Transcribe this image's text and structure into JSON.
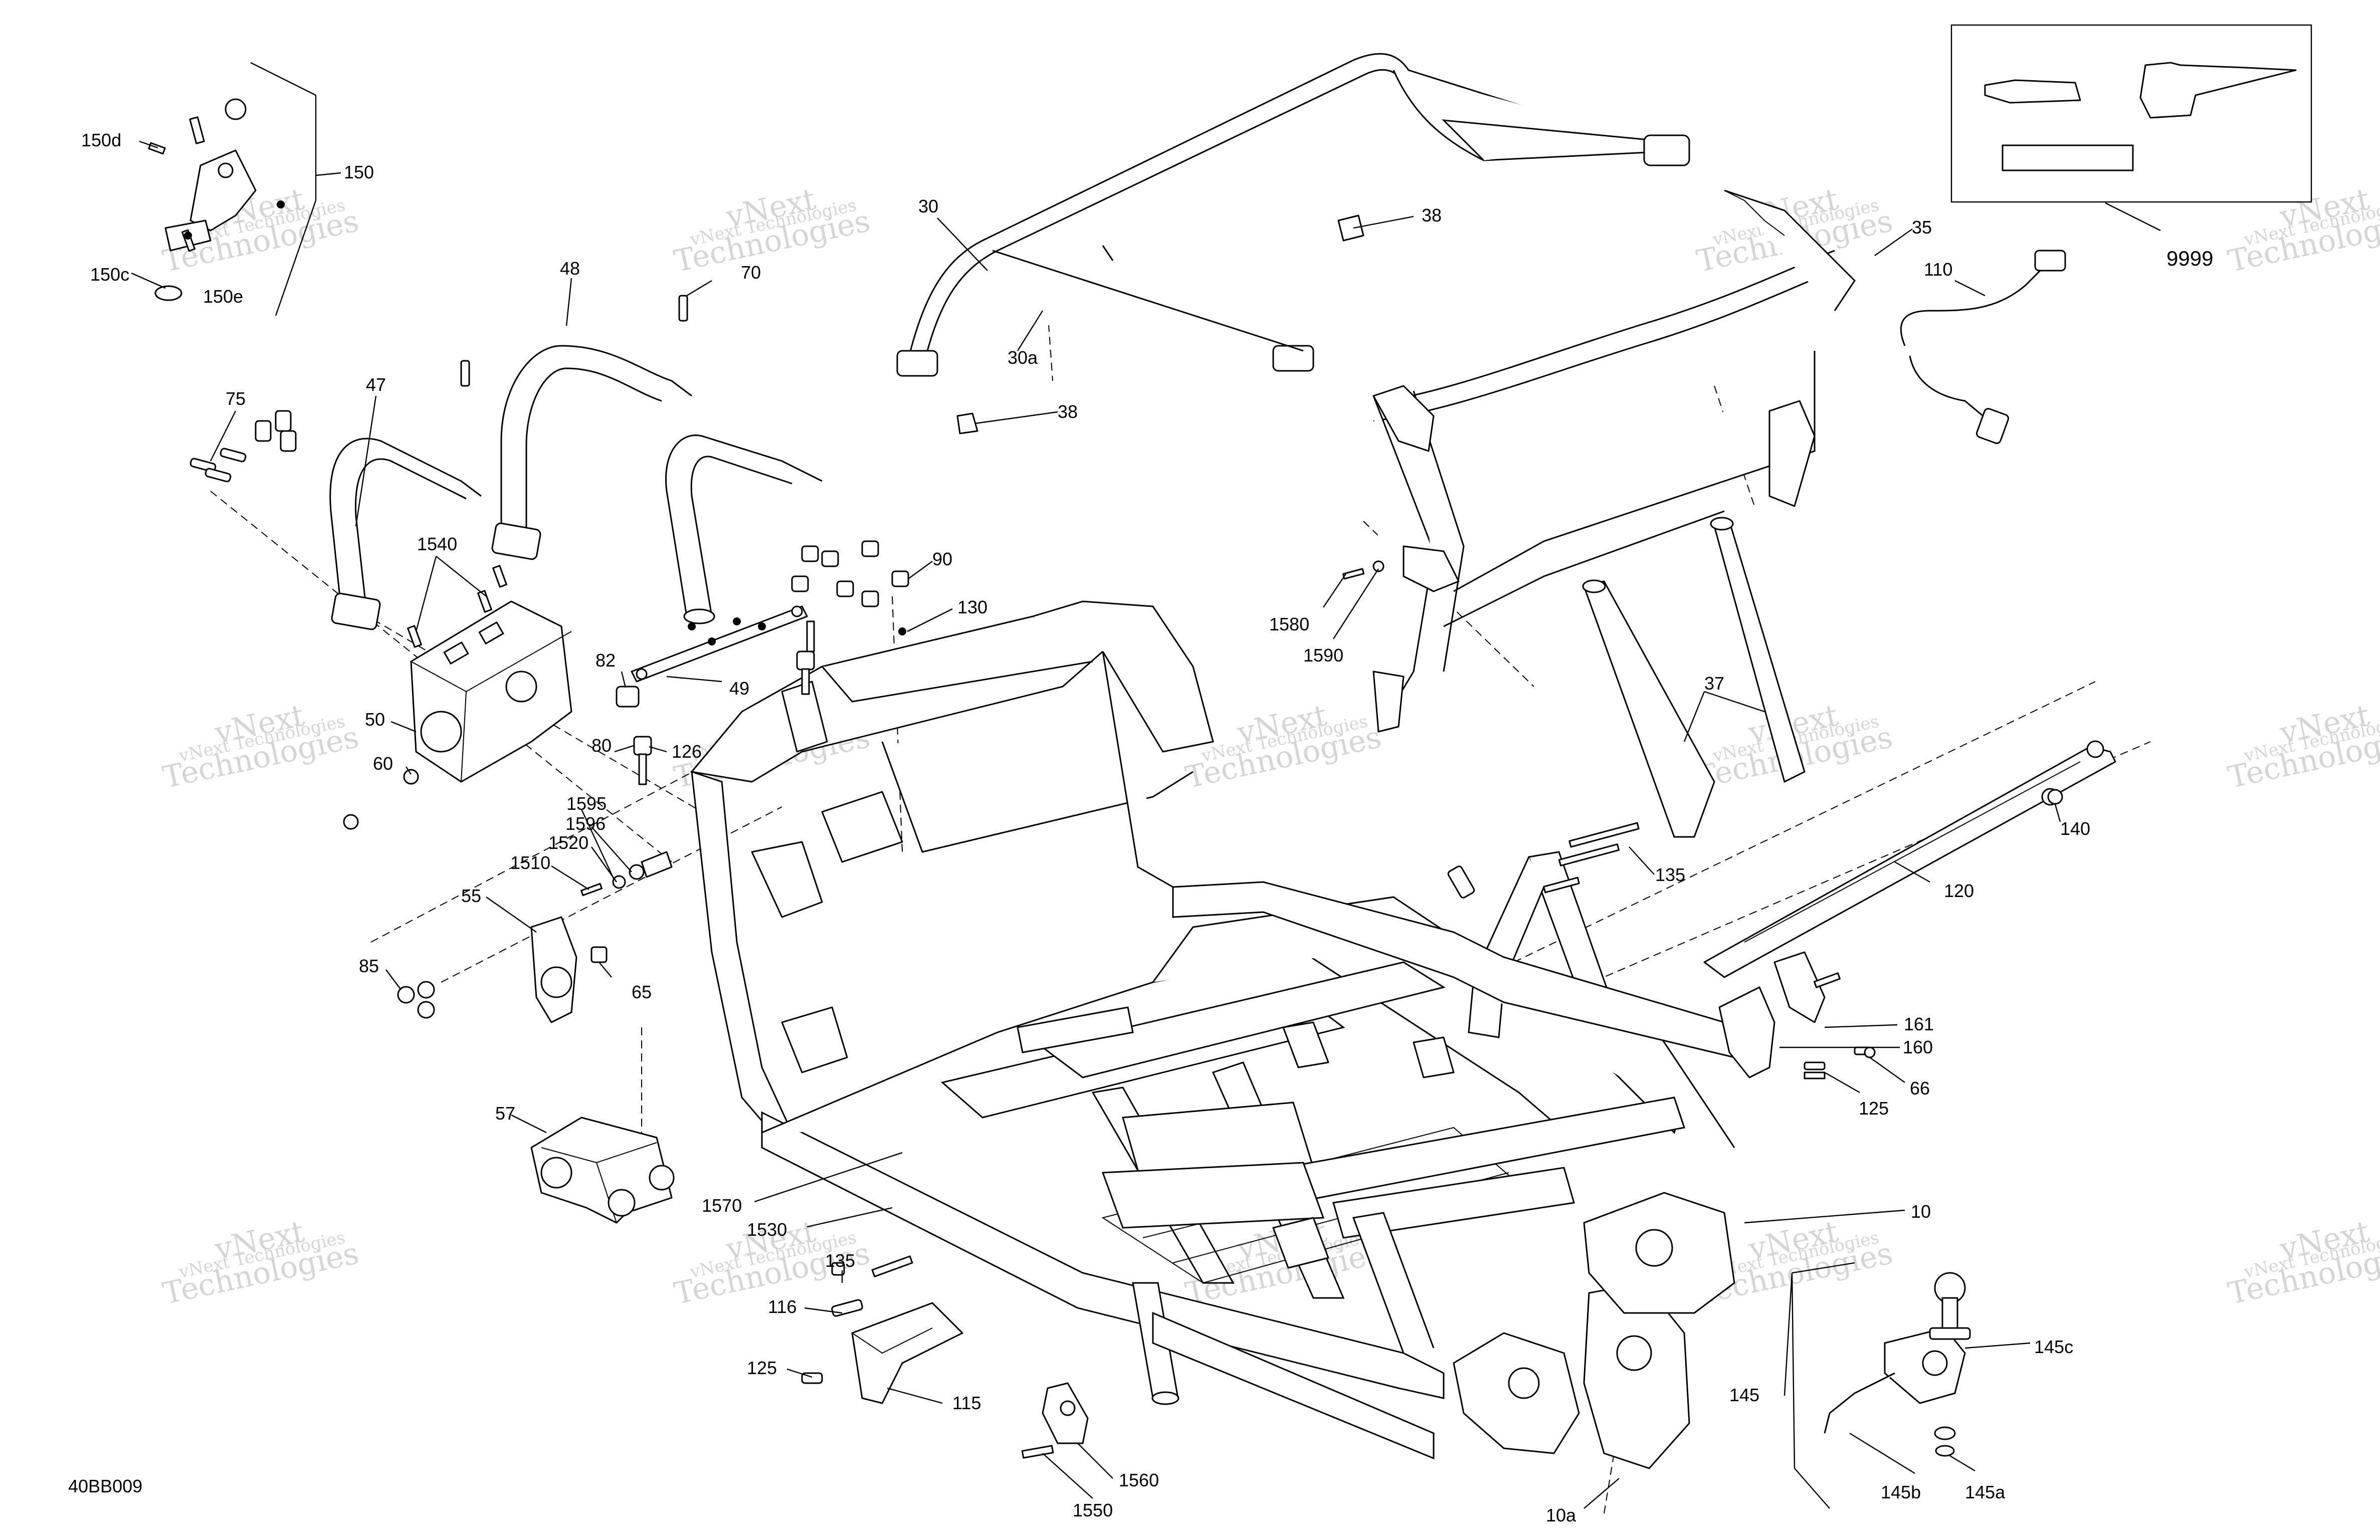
{
  "diagram": {
    "reference_code": "40BB009",
    "watermark": {
      "line1": "vNext Technologies",
      "line2": "vNext",
      "line3": "Technologies"
    },
    "callouts": [
      {
        "id": "c150d",
        "text": "150d"
      },
      {
        "id": "c150",
        "text": "150"
      },
      {
        "id": "c150c",
        "text": "150c"
      },
      {
        "id": "c150e",
        "text": "150e"
      },
      {
        "id": "c48",
        "text": "48"
      },
      {
        "id": "c70",
        "text": "70"
      },
      {
        "id": "c47",
        "text": "47"
      },
      {
        "id": "c75",
        "text": "75"
      },
      {
        "id": "c1540",
        "text": "1540"
      },
      {
        "id": "c50",
        "text": "50"
      },
      {
        "id": "c60",
        "text": "60"
      },
      {
        "id": "c82",
        "text": "82"
      },
      {
        "id": "c49",
        "text": "49"
      },
      {
        "id": "c80",
        "text": "80"
      },
      {
        "id": "c126",
        "text": "126"
      },
      {
        "id": "c90",
        "text": "90"
      },
      {
        "id": "c130",
        "text": "130"
      },
      {
        "id": "c1595",
        "text": "1595"
      },
      {
        "id": "c1596",
        "text": "1596"
      },
      {
        "id": "c1520",
        "text": "1520"
      },
      {
        "id": "c1510",
        "text": "1510"
      },
      {
        "id": "c55",
        "text": "55"
      },
      {
        "id": "c85",
        "text": "85"
      },
      {
        "id": "c65",
        "text": "65"
      },
      {
        "id": "c57",
        "text": "57"
      },
      {
        "id": "c1570",
        "text": "1570"
      },
      {
        "id": "c1530",
        "text": "1530"
      },
      {
        "id": "c135a",
        "text": "135"
      },
      {
        "id": "c116",
        "text": "116"
      },
      {
        "id": "c125a",
        "text": "125"
      },
      {
        "id": "c115",
        "text": "115"
      },
      {
        "id": "c1560",
        "text": "1560"
      },
      {
        "id": "c1550",
        "text": "1550"
      },
      {
        "id": "c30",
        "text": "30"
      },
      {
        "id": "c30a",
        "text": "30a"
      },
      {
        "id": "c38a",
        "text": "38"
      },
      {
        "id": "c38b",
        "text": "38"
      },
      {
        "id": "c35",
        "text": "35"
      },
      {
        "id": "c1580",
        "text": "1580"
      },
      {
        "id": "c1590",
        "text": "1590"
      },
      {
        "id": "c37",
        "text": "37"
      },
      {
        "id": "c135b",
        "text": "135"
      },
      {
        "id": "c110",
        "text": "110"
      },
      {
        "id": "c9999",
        "text": "9999"
      },
      {
        "id": "c140",
        "text": "140"
      },
      {
        "id": "c120",
        "text": "120"
      },
      {
        "id": "c161",
        "text": "161"
      },
      {
        "id": "c160",
        "text": "160"
      },
      {
        "id": "c66",
        "text": "66"
      },
      {
        "id": "c125b",
        "text": "125"
      },
      {
        "id": "c10",
        "text": "10"
      },
      {
        "id": "c145",
        "text": "145"
      },
      {
        "id": "c145c",
        "text": "145c"
      },
      {
        "id": "c145b",
        "text": "145b"
      },
      {
        "id": "c145a",
        "text": "145a"
      },
      {
        "id": "c10a",
        "text": "10a"
      }
    ]
  }
}
